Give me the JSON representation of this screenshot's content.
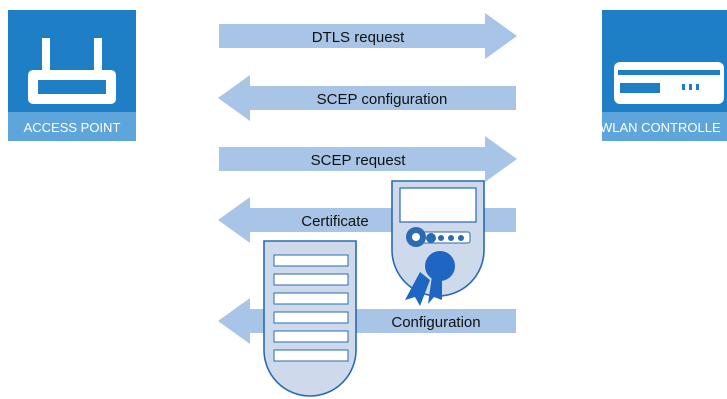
{
  "devices": {
    "access_point": {
      "label": "ACCESS POINT",
      "icon": "router-icon"
    },
    "wlan_controller": {
      "label": "WLAN CONTROLLE",
      "icon": "controller-icon"
    }
  },
  "arrows": [
    {
      "label": "DTLS request",
      "direction": "right"
    },
    {
      "label": "SCEP configuration",
      "direction": "left"
    },
    {
      "label": "SCEP request",
      "direction": "right"
    },
    {
      "label": "Certificate",
      "direction": "left"
    },
    {
      "label": "Configuration",
      "direction": "left"
    }
  ],
  "icons": {
    "certificate": "certificate-icon",
    "config_file": "configuration-document-icon"
  },
  "colors": {
    "device_blue": "#1e7fc6",
    "device_band": "#5ea5dc",
    "arrow_fill": "#a8c4e6",
    "icon_fill": "#cfd9ec",
    "icon_stroke": "#2a6bb3",
    "ribbon": "#1f66c2"
  }
}
